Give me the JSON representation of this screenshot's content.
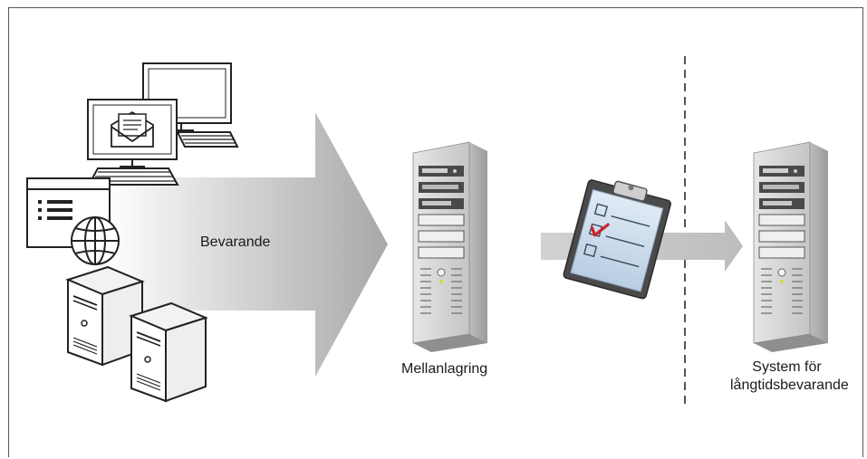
{
  "labels": {
    "preservation": "Bevarande",
    "intermediate_storage": "Mellanlagring",
    "long_term_system_line1": "System för",
    "long_term_system_line2": "långtidsbevarande"
  },
  "colors": {
    "big_arrow_dark": "#a8a8a8",
    "big_arrow_light": "#ffffff",
    "small_arrow": "#c8c8c8",
    "server_body": "#d6d6d6",
    "server_panel": "#3a3a3a",
    "clipboard": "#4a4a4a",
    "check_mark": "#d0202a"
  },
  "icons": [
    "desktop-computer-icon",
    "email-computer-icon",
    "web-window-icon",
    "globe-icon",
    "server-icon",
    "clipboard-checklist-icon"
  ]
}
